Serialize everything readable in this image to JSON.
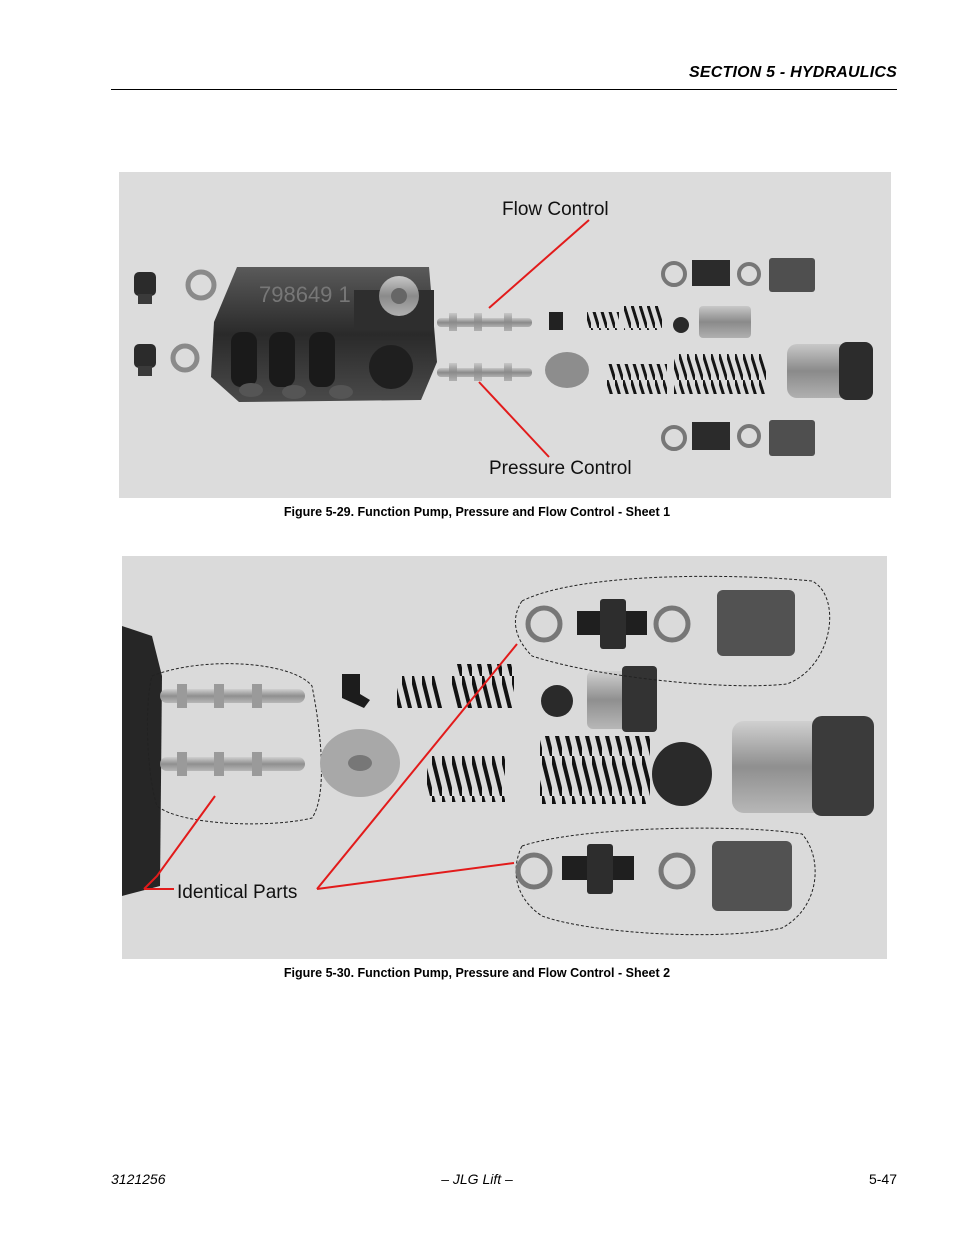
{
  "header": {
    "section_title": "SECTION 5 - HYDRAULICS"
  },
  "figures": [
    {
      "caption": "Figure 5-29.  Function Pump, Pressure and Flow Control - Sheet 1",
      "callouts": {
        "top": "Flow Control",
        "bottom": "Pressure Control"
      },
      "stamp_text": "798649 1"
    },
    {
      "caption": "Figure 5-30.  Function Pump, Pressure and Flow Control - Sheet 2",
      "callouts": {
        "left": "Identical Parts"
      }
    }
  ],
  "footer": {
    "doc_number": "3121256",
    "publisher": "– JLG Lift –",
    "page_number": "5-47"
  },
  "colors": {
    "callout_line": "#e21b1b",
    "background_photo": "#d9dadb"
  }
}
